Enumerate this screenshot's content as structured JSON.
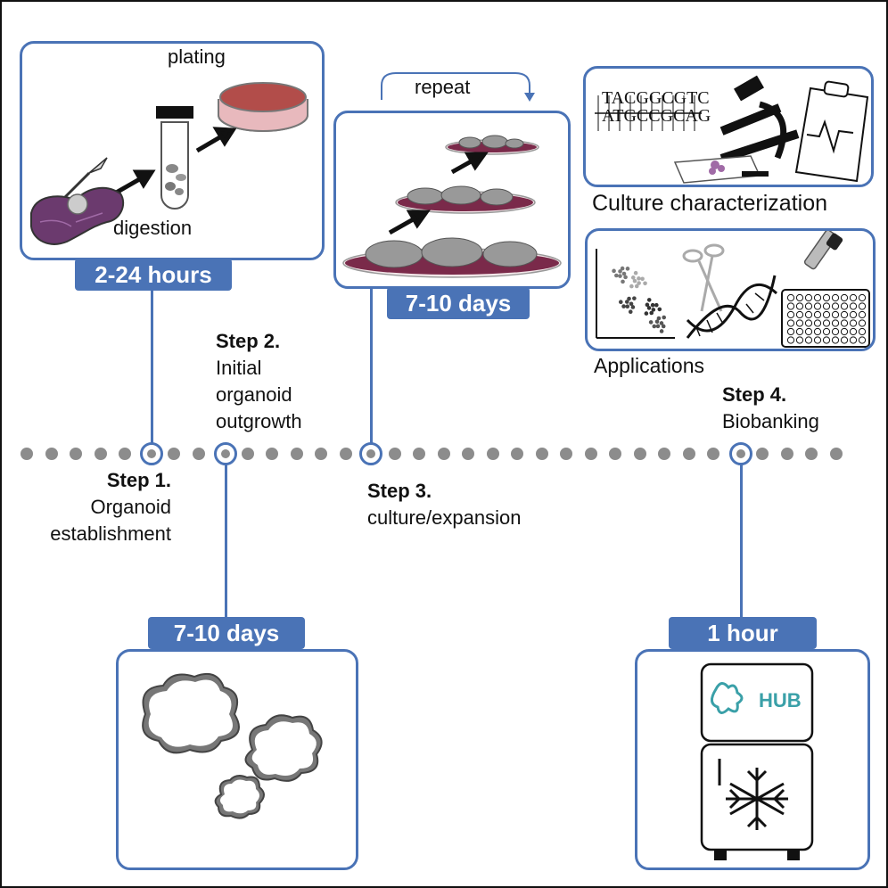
{
  "panels": {
    "establishment": {
      "label_plating": "plating",
      "label_digestion": "digestion",
      "duration": "2-24 hours"
    },
    "expansion": {
      "label_repeat": "repeat",
      "duration": "7-10 days"
    },
    "characterization": {
      "dna_line1": "TACGGCGTC",
      "dna_line2": "ATGCCGCAG",
      "caption": "Culture characterization"
    },
    "applications": {
      "caption": "Applications"
    },
    "outgrowth": {
      "duration": "7-10 days"
    },
    "biobanking": {
      "duration": "1 hour",
      "hub_text": "HUB"
    }
  },
  "steps": [
    {
      "title": "Step 1.",
      "line1": "Organoid",
      "line2": "establishment"
    },
    {
      "title": "Step 2.",
      "line1": "Initial",
      "line2": "organoid",
      "line3": "outgrowth"
    },
    {
      "title": "Step 3.",
      "line1": "culture/expansion"
    },
    {
      "title": "Step 4.",
      "line1": "Biobanking"
    }
  ],
  "colors": {
    "accent": "#4a73b6",
    "tissue": "#6b3a6e",
    "dish": "#7a2a4a",
    "dot": "#8c8c8c",
    "hub": "#3aa0a8"
  },
  "icons": [
    "scalpel-icon",
    "tissue-icon",
    "tube-icon",
    "petri-dish-icon",
    "arrow-icon",
    "microscope-icon",
    "clipboard-icon",
    "scatter-plot-icon",
    "scissors-icon",
    "dna-icon",
    "well-plate-icon",
    "pipette-icon",
    "organoid-icon",
    "freezer-icon",
    "snowflake-icon",
    "hub-logo-icon"
  ]
}
